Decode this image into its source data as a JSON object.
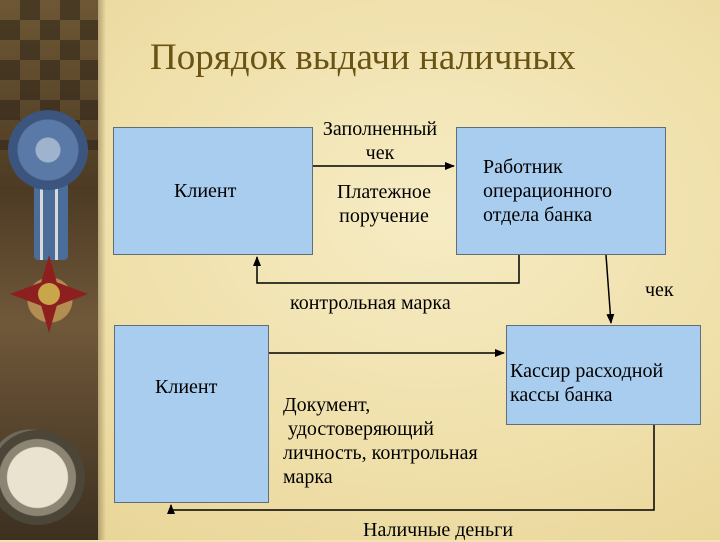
{
  "title": "Порядок выдачи наличных",
  "boxes": {
    "client_top": "Клиент",
    "employee": "Работник\nоперационного\nотдела банка",
    "client_bottom": "Клиент",
    "cashier": "Кассир расходной\nкассы банка"
  },
  "labels": {
    "filled_check": "Заполненный\nчек",
    "payment_order": "Платежное\nпоручение",
    "control_stamp": "контрольная марка",
    "check_right": "чек",
    "id_document": "Документ,\n удостоверяющий\nличность, контрольная\nмарка",
    "cash": "Наличные деньги"
  },
  "colors": {
    "box_fill": "#a9cdee",
    "box_border": "#5f6d7c",
    "title": "#6a5414",
    "arrow": "#000000"
  }
}
